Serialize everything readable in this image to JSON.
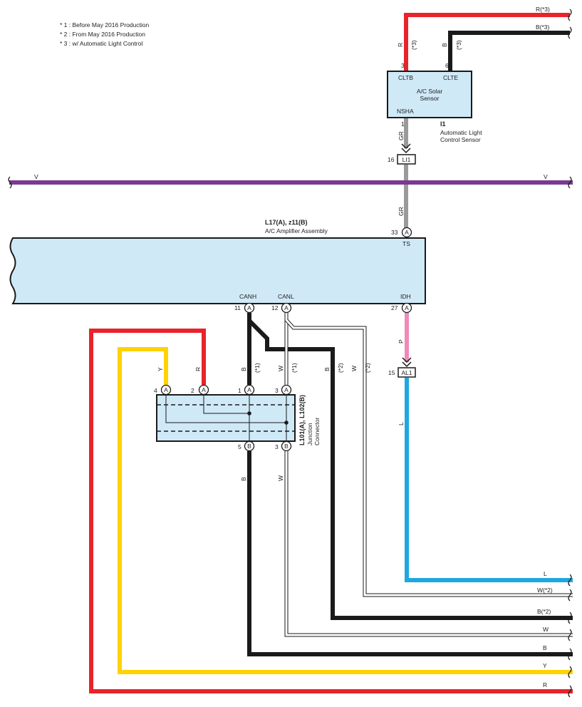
{
  "notes": [
    "* 1 : Before May 2016 Production",
    "* 2 : From May 2016 Production",
    "* 3 : w/ Automatic Light Control"
  ],
  "sensor": {
    "pin_cltb": "CLTB",
    "pin_clte": "CLTE",
    "pin_nsha": "NSHA",
    "name_line1": "A/C Solar",
    "name_line2": "Sensor",
    "ref": "I1",
    "desc_line1": "Automatic Light",
    "desc_line2": "Control Sensor",
    "pin_num_3": "3",
    "pin_num_6": "6",
    "pin_num_1": "1"
  },
  "amplifier": {
    "ref": "L17(A), z11(B)",
    "name": "A/C Amplifier Assembly",
    "pin_ts": "TS",
    "pin_canh": "CANH",
    "pin_canl": "CANL",
    "pin_idh": "IDH",
    "num_33": "33",
    "num_11": "11",
    "num_12": "12",
    "num_27": "27"
  },
  "junction": {
    "ref": "L101(A), L102(B)",
    "name_line1": "Junction",
    "name_line2": "Connector",
    "top_nums": [
      "4",
      "2",
      "1",
      "3"
    ],
    "bottom_nums": [
      "5",
      "3"
    ]
  },
  "connectors": {
    "li1_label": "LI1",
    "li1_pin": "16",
    "al1_label": "AL1",
    "al1_pin": "15"
  },
  "circle_letters": {
    "a": "A",
    "b": "B"
  },
  "wire_labels": {
    "r_top": "R(*3)",
    "b_top": "B(*3)",
    "r_vert": "R",
    "r_note": "(*3)",
    "b_vert": "B",
    "b_note": "(*3)",
    "gr1": "GR",
    "gr2": "GR",
    "v_left": "V",
    "v_right": "V",
    "p": "P",
    "l_vert": "L",
    "y_vert": "Y",
    "r_vert2": "R",
    "b_canh": "B",
    "b_canh_note": "(*1)",
    "w_canl": "W",
    "w_canl_note": "(*1)",
    "b2": "B",
    "b2_note": "(*2)",
    "w2": "W",
    "w2_note": "(*2)",
    "b_low": "B",
    "w_low": "W"
  },
  "right_labels": {
    "l": "L",
    "w2": "W(*2)",
    "b2": "B(*2)",
    "w": "W",
    "b": "B",
    "y": "Y",
    "r": "R"
  },
  "colors": {
    "red": "#e8232b",
    "black": "#1a1a1a",
    "gray": "#9a9a9a",
    "violet": "#7a3a8f",
    "pink": "#f08ab8",
    "blue": "#1ea7e0",
    "yellow": "#ffd200",
    "box_fill": "#cfe9f7"
  }
}
